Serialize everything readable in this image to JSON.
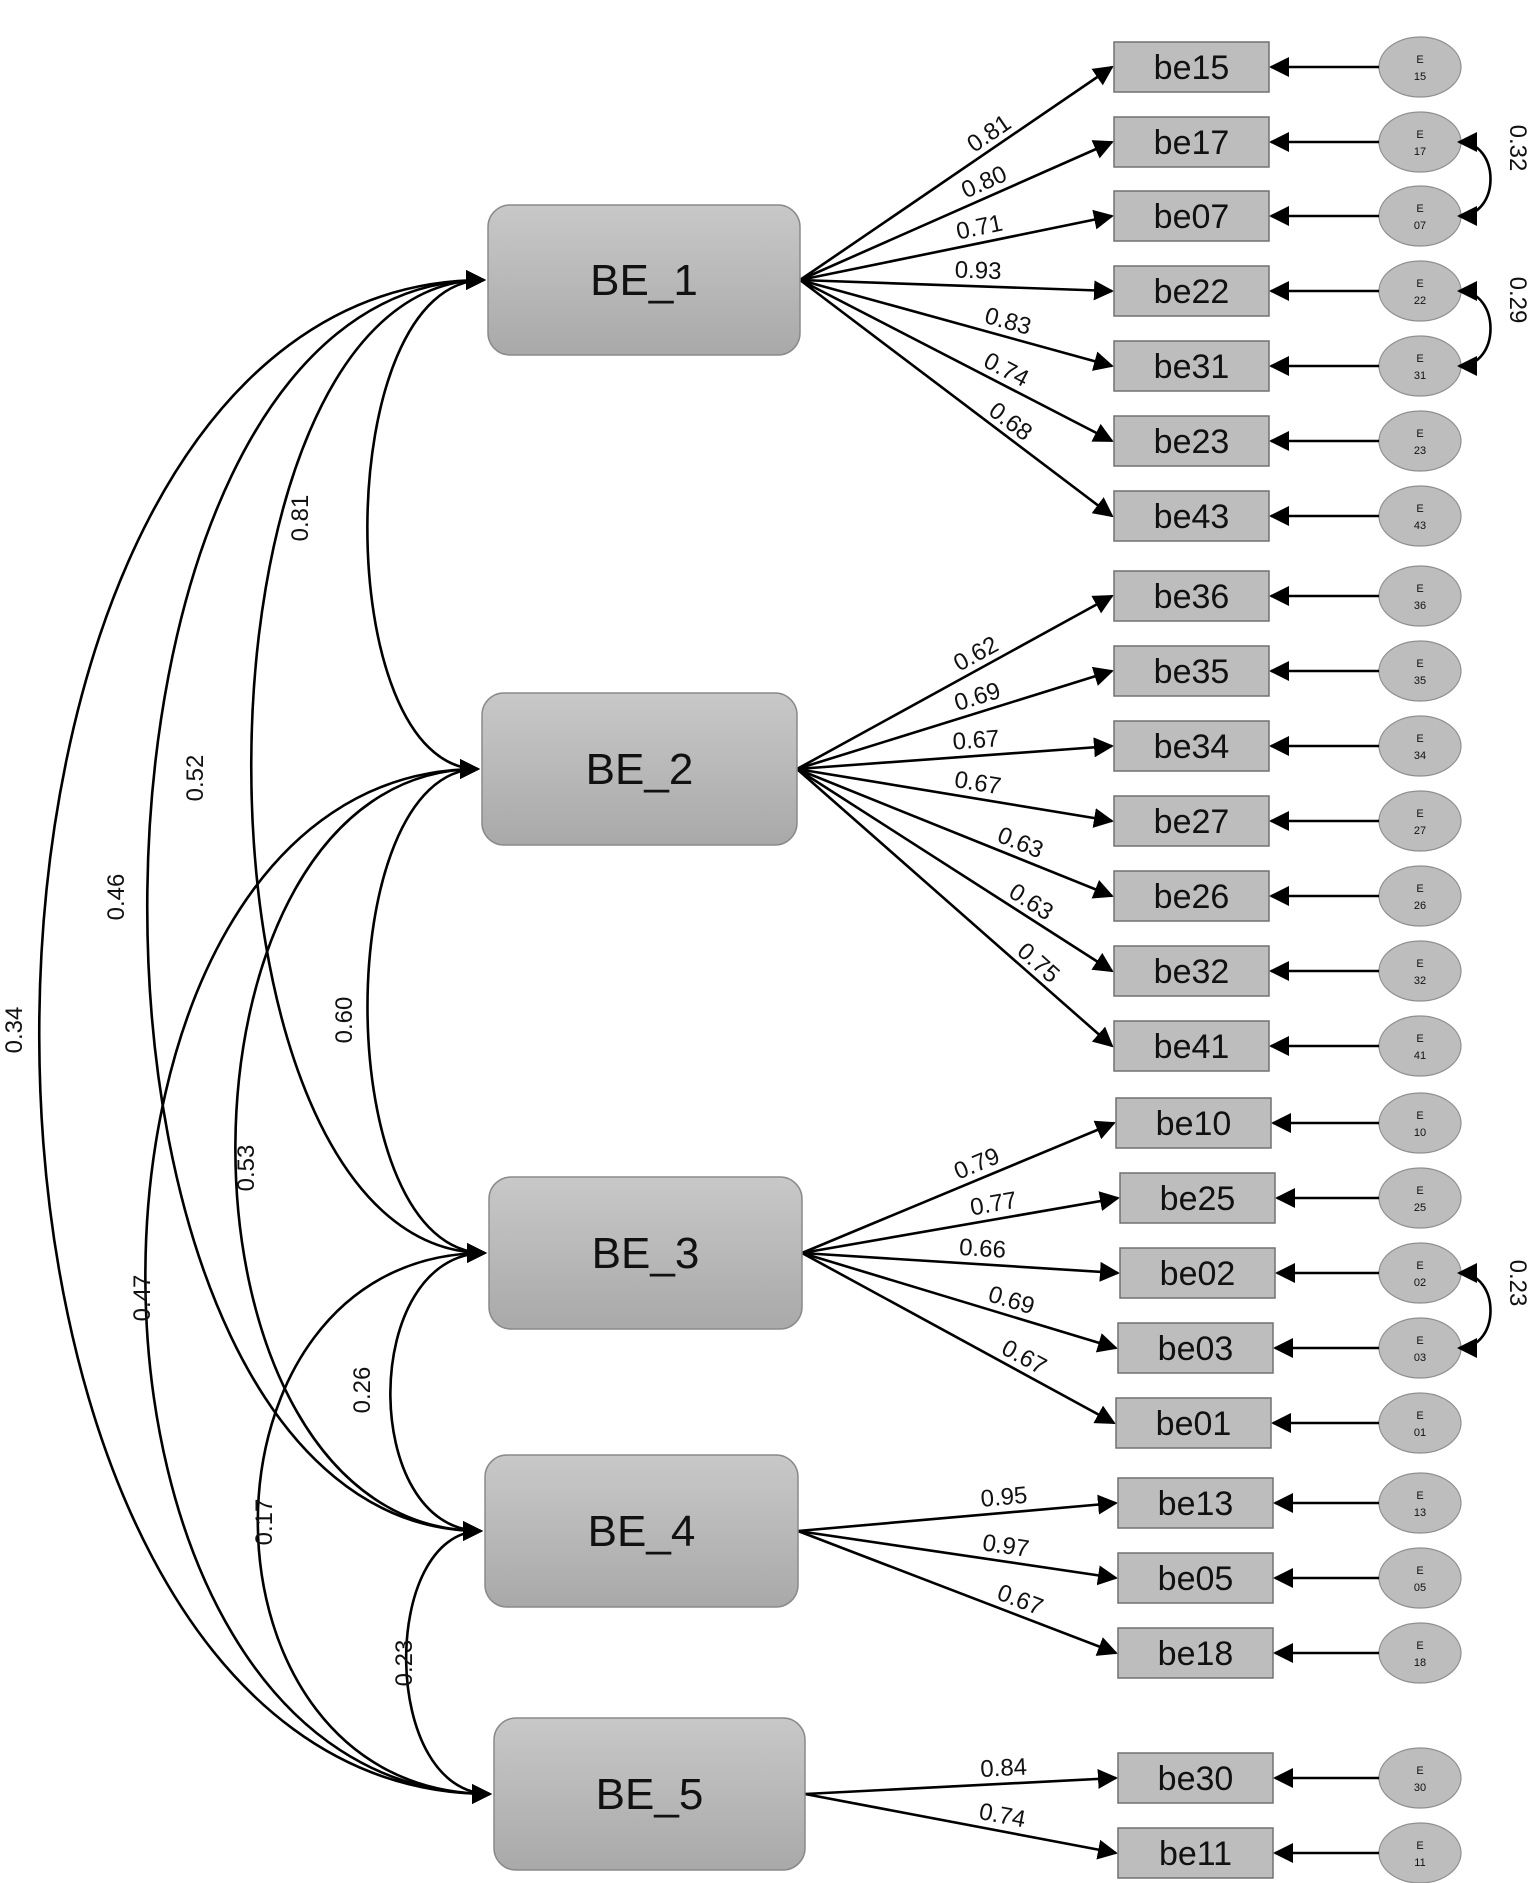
{
  "factors": [
    {
      "id": "BE_1",
      "label": "BE_1"
    },
    {
      "id": "BE_2",
      "label": "BE_2"
    },
    {
      "id": "BE_3",
      "label": "BE_3"
    },
    {
      "id": "BE_4",
      "label": "BE_4"
    },
    {
      "id": "BE_5",
      "label": "BE_5"
    }
  ],
  "items": [
    {
      "label": "be15",
      "factor": "BE_1",
      "loading": "0.81",
      "error": {
        "top": "E",
        "sub": "15"
      }
    },
    {
      "label": "be17",
      "factor": "BE_1",
      "loading": "0.80",
      "error": {
        "top": "E",
        "sub": "17"
      }
    },
    {
      "label": "be07",
      "factor": "BE_1",
      "loading": "0.71",
      "error": {
        "top": "E",
        "sub": "07"
      }
    },
    {
      "label": "be22",
      "factor": "BE_1",
      "loading": "0.93",
      "error": {
        "top": "E",
        "sub": "22"
      }
    },
    {
      "label": "be31",
      "factor": "BE_1",
      "loading": "0.83",
      "error": {
        "top": "E",
        "sub": "31"
      }
    },
    {
      "label": "be23",
      "factor": "BE_1",
      "loading": "0.74",
      "error": {
        "top": "E",
        "sub": "23"
      }
    },
    {
      "label": "be43",
      "factor": "BE_1",
      "loading": "0.68",
      "error": {
        "top": "E",
        "sub": "43"
      }
    },
    {
      "label": "be36",
      "factor": "BE_2",
      "loading": "0.62",
      "error": {
        "top": "E",
        "sub": "36"
      }
    },
    {
      "label": "be35",
      "factor": "BE_2",
      "loading": "0.69",
      "error": {
        "top": "E",
        "sub": "35"
      }
    },
    {
      "label": "be34",
      "factor": "BE_2",
      "loading": "0.67",
      "error": {
        "top": "E",
        "sub": "34"
      }
    },
    {
      "label": "be27",
      "factor": "BE_2",
      "loading": "0.67",
      "error": {
        "top": "E",
        "sub": "27"
      }
    },
    {
      "label": "be26",
      "factor": "BE_2",
      "loading": "0.63",
      "error": {
        "top": "E",
        "sub": "26"
      }
    },
    {
      "label": "be32",
      "factor": "BE_2",
      "loading": "0.63",
      "error": {
        "top": "E",
        "sub": "32"
      }
    },
    {
      "label": "be41",
      "factor": "BE_2",
      "loading": "0.75",
      "error": {
        "top": "E",
        "sub": "41"
      }
    },
    {
      "label": "be10",
      "factor": "BE_3",
      "loading": "0.79",
      "error": {
        "top": "E",
        "sub": "10"
      }
    },
    {
      "label": "be25",
      "factor": "BE_3",
      "loading": "0.77",
      "error": {
        "top": "E",
        "sub": "25"
      }
    },
    {
      "label": "be02",
      "factor": "BE_3",
      "loading": "0.66",
      "error": {
        "top": "E",
        "sub": "02"
      }
    },
    {
      "label": "be03",
      "factor": "BE_3",
      "loading": "0.69",
      "error": {
        "top": "E",
        "sub": "03"
      }
    },
    {
      "label": "be01",
      "factor": "BE_3",
      "loading": "0.67",
      "error": {
        "top": "E",
        "sub": "01"
      }
    },
    {
      "label": "be13",
      "factor": "BE_4",
      "loading": "0.95",
      "error": {
        "top": "E",
        "sub": "13"
      }
    },
    {
      "label": "be05",
      "factor": "BE_4",
      "loading": "0.97",
      "error": {
        "top": "E",
        "sub": "05"
      }
    },
    {
      "label": "be18",
      "factor": "BE_4",
      "loading": "0.67",
      "error": {
        "top": "E",
        "sub": "18"
      }
    },
    {
      "label": "be30",
      "factor": "BE_5",
      "loading": "0.84",
      "error": {
        "top": "E",
        "sub": "30"
      }
    },
    {
      "label": "be11",
      "factor": "BE_5",
      "loading": "0.74",
      "error": {
        "top": "E",
        "sub": "11"
      }
    }
  ],
  "factor_correlations": [
    {
      "from": "BE_1",
      "to": "BE_2",
      "value": "0.81"
    },
    {
      "from": "BE_1",
      "to": "BE_3",
      "value": "0.52"
    },
    {
      "from": "BE_1",
      "to": "BE_4",
      "value": "0.46"
    },
    {
      "from": "BE_1",
      "to": "BE_5",
      "value": "0.34"
    },
    {
      "from": "BE_2",
      "to": "BE_3",
      "value": "0.60"
    },
    {
      "from": "BE_2",
      "to": "BE_4",
      "value": "0.53"
    },
    {
      "from": "BE_2",
      "to": "BE_5",
      "value": "0.47"
    },
    {
      "from": "BE_3",
      "to": "BE_4",
      "value": "0.26"
    },
    {
      "from": "BE_3",
      "to": "BE_5",
      "value": "0.17"
    },
    {
      "from": "BE_4",
      "to": "BE_5",
      "value": "0.23"
    }
  ],
  "error_covariances": [
    {
      "from": "17",
      "to": "07",
      "value": "0.32"
    },
    {
      "from": "22",
      "to": "31",
      "value": "0.29"
    },
    {
      "from": "02",
      "to": "03",
      "value": "0.23"
    }
  ],
  "colors": {
    "factor_fill_top": "#c8c8c8",
    "factor_fill_bottom": "#a9a9a9",
    "factor_stroke": "#8a8a8a",
    "item_fill": "#bdbdbd",
    "item_stroke": "#707070",
    "error_fill": "#bdbdbd",
    "error_stroke": "#8f8f8f",
    "line": "#000000"
  }
}
